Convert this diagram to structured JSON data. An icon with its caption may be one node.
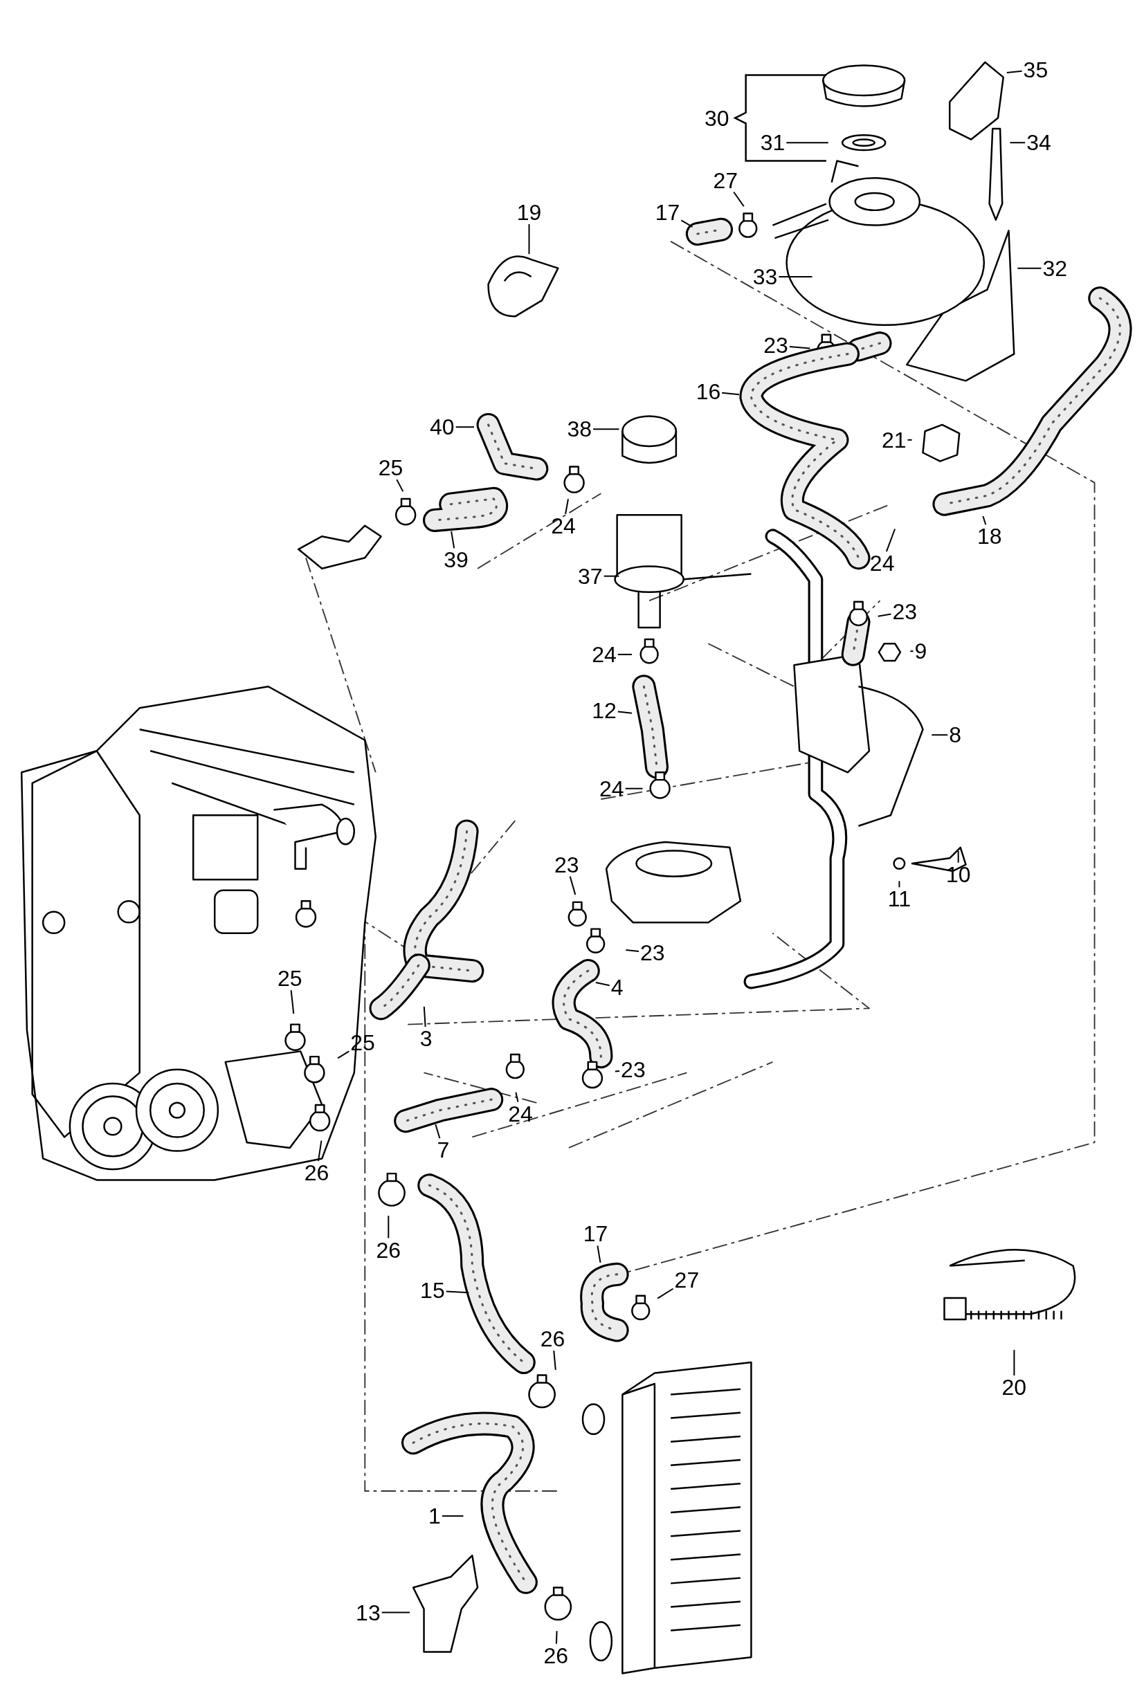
{
  "diagram": {
    "nodes": [
      {
        "text": [
          "35"
        ]
      },
      {
        "text": [
          "31"
        ]
      },
      {
        "text": [
          "34"
        ]
      },
      {
        "text": [
          "19"
        ]
      },
      {
        "text": [
          "17"
        ]
      },
      {
        "text": [
          "27"
        ]
      },
      {
        "text": [
          "33"
        ]
      },
      {
        "text": [
          "32"
        ]
      },
      {
        "text": [
          "23"
        ]
      },
      {
        "text": [
          "16"
        ]
      },
      {
        "text": [
          "40"
        ]
      },
      {
        "text": [
          "38"
        ]
      },
      {
        "text": [
          "21"
        ]
      },
      {
        "text": [
          "25"
        ]
      },
      {
        "text": [
          "24"
        ]
      },
      {
        "text": [
          "39"
        ]
      },
      {
        "text": [
          "24"
        ]
      },
      {
        "text": [
          "18"
        ]
      },
      {
        "text": [
          "37"
        ]
      },
      {
        "text": [
          "23"
        ]
      },
      {
        "text": [
          "24"
        ]
      },
      {
        "text": [
          "9"
        ]
      },
      {
        "text": [
          "12"
        ]
      },
      {
        "text": [
          "8"
        ]
      },
      {
        "text": [
          "24"
        ]
      },
      {
        "text": [
          "10"
        ]
      },
      {
        "text": [
          "11"
        ]
      },
      {
        "text": [
          "23"
        ]
      },
      {
        "text": [
          "23"
        ]
      },
      {
        "text": [
          "4"
        ]
      },
      {
        "text": [
          "25"
        ]
      },
      {
        "text": [
          "3"
        ]
      },
      {
        "text": [
          "25"
        ]
      },
      {
        "text": [
          "23"
        ]
      },
      {
        "text": [
          "24"
        ]
      },
      {
        "text": [
          "26"
        ]
      },
      {
        "text": [
          "7"
        ]
      },
      {
        "text": [
          "26"
        ]
      },
      {
        "text": [
          "17"
        ]
      },
      {
        "text": [
          "15"
        ]
      },
      {
        "text": [
          "27"
        ]
      },
      {
        "text": [
          "26"
        ]
      },
      {
        "text": [
          "20"
        ]
      },
      {
        "text": [
          "1"
        ]
      },
      {
        "text": [
          "13"
        ]
      },
      {
        "text": [
          "26"
        ]
      }
    ],
    "edges": [
      {
        "from": 0,
        "to": null,
        "arrow": "none"
      },
      {
        "from": 1,
        "to": null,
        "arrow": "none"
      },
      {
        "from": 2,
        "to": null,
        "arrow": "none"
      },
      {
        "from": 3,
        "to": null,
        "arrow": "none"
      },
      {
        "from": 4,
        "to": null,
        "arrow": "none"
      },
      {
        "from": 5,
        "to": null,
        "arrow": "none"
      },
      {
        "from": 6,
        "to": null,
        "arrow": "none"
      },
      {
        "from": 7,
        "to": null,
        "arrow": "none"
      },
      {
        "from": 8,
        "to": null,
        "arrow": "none"
      },
      {
        "from": 9,
        "to": null,
        "arrow": "none"
      },
      {
        "from": 10,
        "to": null,
        "arrow": "none"
      },
      {
        "from": 11,
        "to": null,
        "arrow": "none"
      },
      {
        "from": 12,
        "to": null,
        "arrow": "none"
      },
      {
        "from": 13,
        "to": null,
        "arrow": "none"
      },
      {
        "from": 14,
        "to": null,
        "arrow": "none"
      },
      {
        "from": 15,
        "to": null,
        "arrow": "none"
      },
      {
        "from": 16,
        "to": null,
        "arrow": "none"
      },
      {
        "from": 17,
        "to": null,
        "arrow": "none"
      },
      {
        "from": 18,
        "to": null,
        "arrow": "none"
      },
      {
        "from": 19,
        "to": null,
        "arrow": "none"
      },
      {
        "from": 20,
        "to": null,
        "arrow": "none"
      },
      {
        "from": 21,
        "to": null,
        "arrow": "none"
      },
      {
        "from": 22,
        "to": null,
        "arrow": "none"
      },
      {
        "from": 23,
        "to": null,
        "arrow": "none"
      },
      {
        "from": 24,
        "to": null,
        "arrow": "none"
      },
      {
        "from": 25,
        "to": null,
        "arrow": "none"
      },
      {
        "from": 26,
        "to": null,
        "arrow": "none"
      },
      {
        "from": 27,
        "to": null,
        "arrow": "none"
      },
      {
        "from": 28,
        "to": null,
        "arrow": "none"
      },
      {
        "from": 29,
        "to": null,
        "arrow": "none"
      },
      {
        "from": 30,
        "to": null,
        "arrow": "none"
      },
      {
        "from": 31,
        "to": null,
        "arrow": "none"
      },
      {
        "from": 32,
        "to": null,
        "arrow": "none"
      },
      {
        "from": 33,
        "to": null,
        "arrow": "none"
      },
      {
        "from": 34,
        "to": null,
        "arrow": "none"
      },
      {
        "from": 35,
        "to": null,
        "arrow": "none"
      },
      {
        "from": 36,
        "to": null,
        "arrow": "none"
      },
      {
        "from": 37,
        "to": null,
        "arrow": "none"
      },
      {
        "from": 38,
        "to": null,
        "arrow": "none"
      },
      {
        "from": 39,
        "to": null,
        "arrow": "none"
      },
      {
        "from": 40,
        "to": null,
        "arrow": "none"
      },
      {
        "from": 41,
        "to": null,
        "arrow": "none"
      },
      {
        "from": 42,
        "to": null,
        "arrow": "none"
      },
      {
        "from": 43,
        "to": null,
        "arrow": "none"
      },
      {
        "from": 44,
        "to": null,
        "arrow": "none"
      },
      {
        "from": 45,
        "to": null,
        "arrow": "none"
      }
    ],
    "labels": [
      "30"
    ]
  }
}
